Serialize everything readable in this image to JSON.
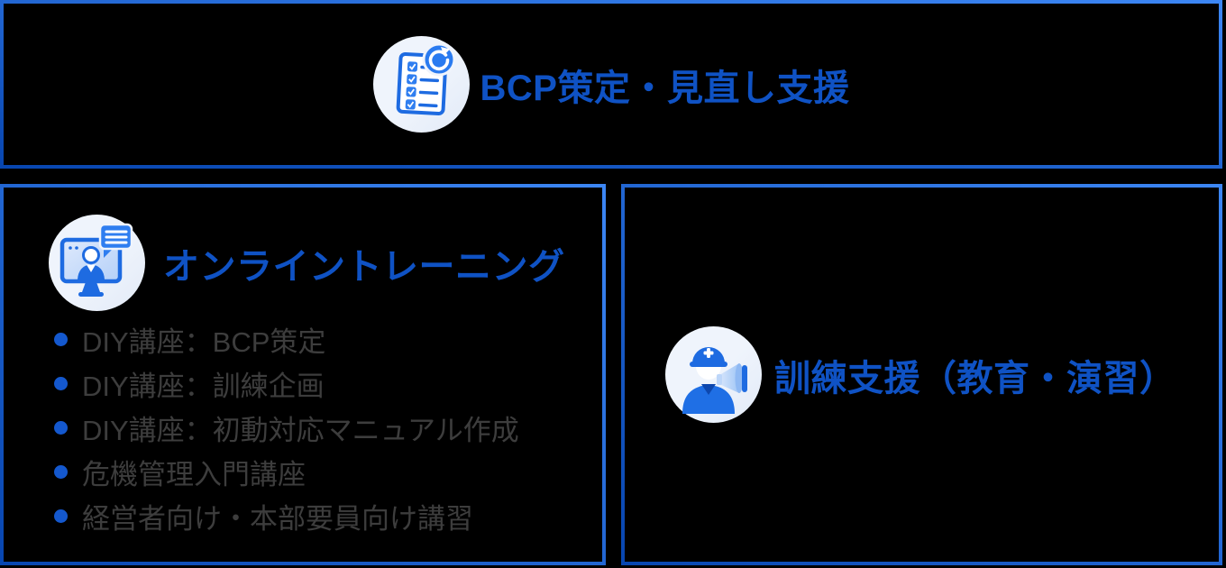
{
  "colors": {
    "background": "#000000",
    "panel_border_dark": "#0846b0",
    "panel_border_light": "#3c86f4",
    "title_blue": "#0f52c4",
    "list_text_gray": "#3d3d3d",
    "bullet_blue": "#1458ce",
    "icon_circle_bg": "#eff4fc",
    "icon_blue": "#1e6be1",
    "icon_accent_blue": "#2f7ef0"
  },
  "panels": {
    "bcp": {
      "title": "BCP策定・見直し支援",
      "icon": "checklist-refresh-icon"
    },
    "training": {
      "title": "オンライントレーニング",
      "icon": "online-training-monitor-icon",
      "items": [
        "DIY講座：BCP策定",
        "DIY講座：訓練企画",
        "DIY講座：初動対応マニュアル作成",
        "危機管理入門講座",
        "経営者向け・本部要員向け講習"
      ]
    },
    "drill": {
      "title": "訓練支援（教育・演習）",
      "icon": "worker-megaphone-icon"
    }
  }
}
